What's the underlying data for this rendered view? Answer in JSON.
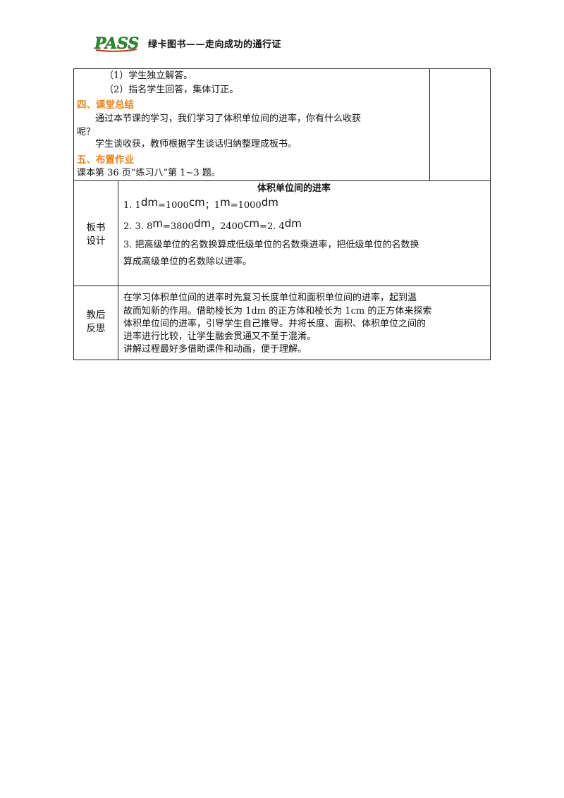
{
  "header": {
    "logo_text": "PASS",
    "title": "绿卡图书——走向成功的通行证"
  },
  "process": {
    "line1": "（1）学生独立解答。",
    "line2": "（2）指名学生回答，集体订正。",
    "summary_heading": "四、课堂总结",
    "summary_line1": "通过本节课的学习，我们学习了体积单位间的进率，你有什么收获",
    "summary_line2": "呢？",
    "summary_line3": "学生谈收获，教师根据学生谈话归纳整理成板书。",
    "homework_heading": "五、布置作业",
    "homework_line": "课本第 36 页“练习八”第 1~3 题。"
  },
  "board": {
    "label_line1": "板书",
    "label_line2": "设计",
    "title": "体积单位间的进率",
    "item1": {
      "a": "1. 1",
      "u1": "dm",
      "b": "=1000",
      "u2": "cm",
      "c": "；1",
      "u3": "m",
      "d": "=1000",
      "u4": "dm"
    },
    "item2": {
      "a": "2. 3. 8",
      "u1": "m",
      "b": "=3800",
      "u2": "dm",
      "c": "，2400",
      "u3": "cm",
      "d": "=2. 4",
      "u4": "dm"
    },
    "item3_line1": "3. 把高级单位的名数换算成低级单位的名数乘进率，把低级单位的名数换",
    "item3_line2": "算成高级单位的名数除以进率。"
  },
  "reflection": {
    "label_line1": "教后",
    "label_line2": "反思",
    "line1": "在学习体积单位间的进率时先复习长度单位和面积单位间的进率，起到温",
    "line2": "故而知新的作用。借助棱长为 1dm 的正方体和棱长为 1cm 的正方体来探索",
    "line3": "体积单位间的进率，引导学生自己推导。并将长度、面积、体积单位之间的",
    "line4": "进率进行比较，让学生融会贯通又不至于混淆。",
    "line5": "讲解过程最好多借助课件和动画，便于理解。"
  }
}
